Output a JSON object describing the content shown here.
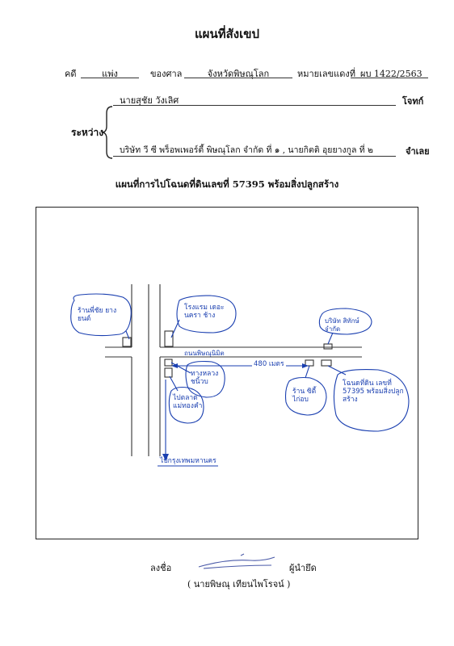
{
  "document": {
    "title": "แผนที่สังเขป",
    "case_label": "คดี",
    "case_type": "แพ่ง",
    "court_label": "ของศาล",
    "court": "จังหวัดพิษณุโลก",
    "red_number_label": "หมายเลขแดงที่",
    "red_number": "ผบ 1422/2563",
    "between_label": "ระหว่าง",
    "plaintiff": "นายสุชัย  วังเลิศ",
    "plaintiff_role": "โจทก์",
    "defendant": "บริษัท วี ซี พร็อพเพอร์ตี้ พิษณุโลก จำกัด ที่ ๑ , นายกิตติ อุยยางกูล  ที่ ๒",
    "defendant_role": "จำเลย",
    "map_title": "แผนที่การไปโฉนดที่ดินเลขที่ 57395 พร้อมสิ่งปลูกสร้าง"
  },
  "map": {
    "labels": {
      "gas_station": "ร้านพี่ชัย ยางยนต์",
      "hotel": "โรงแรม เดอะ นครา ช้าง",
      "company": "บริษัท สิทักษ์ จำกัด",
      "road": "ถนนพิษณุนิมิต",
      "distance": "480 เมตร",
      "shop": "ร้าน ซิตี้ ไก่อบ",
      "temple": "ทางหลวง ชนิ้วบ",
      "market": "ไปตลาด แม่ทองคำ",
      "destination": "โฉนดที่ดิน เลขที่ 57395 พร้อมสิ่งปลูกสร้าง",
      "to_bangkok": "ไปกรุงเทพมหานคร"
    }
  },
  "signature": {
    "sign_label": "ลงชื่อ",
    "role": "ผู้นำยึด",
    "name": "( นายพิษณุ  เทียนไพโรจน์ )"
  }
}
